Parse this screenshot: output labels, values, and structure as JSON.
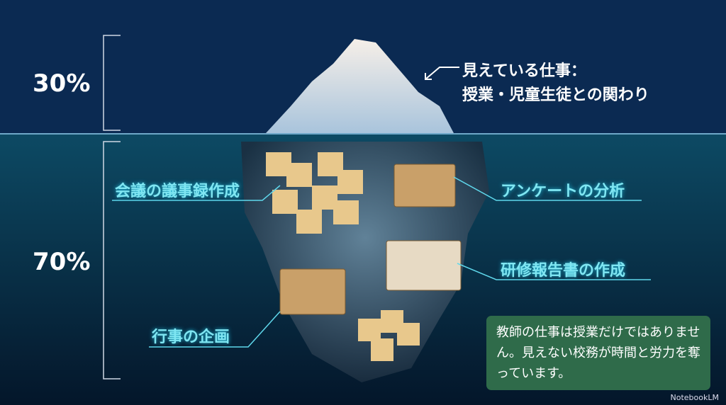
{
  "percent_above": "30%",
  "percent_below": "70%",
  "visible_work": {
    "line1": "見えている仕事：",
    "line2": "授業・児童生徒との関わり"
  },
  "tasks": [
    "会議の議事録作成",
    "アンケートの分析",
    "研修報告書の作成",
    "行事の企画"
  ],
  "note": "教師の仕事は授業だけではありません。見えない校務が時間と労力を奪っています。",
  "brand": "NotebookLM",
  "colors": {
    "sky": "#0b2a52",
    "water": "#0a3a52",
    "label": "#7fe6f2",
    "note_bg": "#2f6b4a"
  }
}
